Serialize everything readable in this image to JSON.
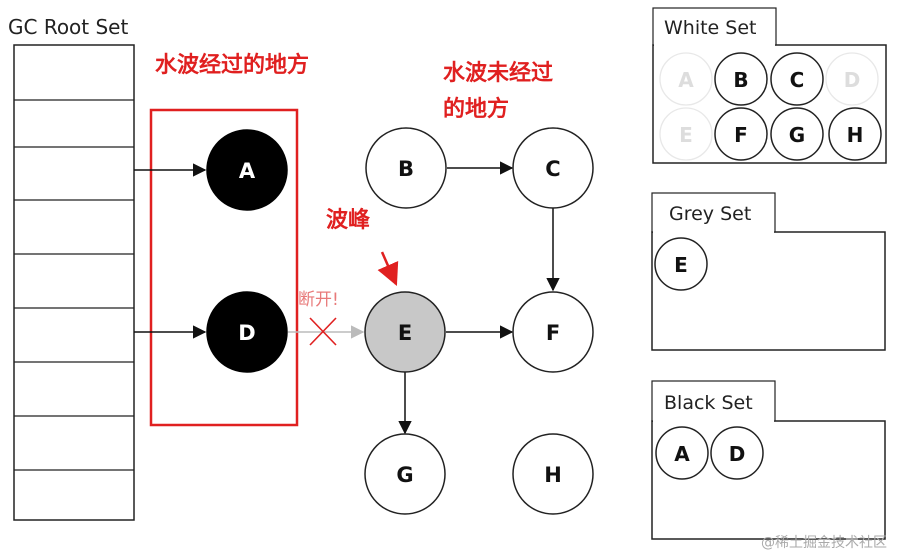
{
  "gc_root_label": "GC Root Set",
  "wave_passed_label": "水波经过的地方",
  "wave_not_passed_label_line1": "水波未经过",
  "wave_not_passed_label_line2": "的地方",
  "wave_crest_label": "波峰",
  "broken_label": "断开!",
  "nodes": {
    "A": "A",
    "B": "B",
    "C": "C",
    "D": "D",
    "E": "E",
    "F": "F",
    "G": "G",
    "H": "H"
  },
  "sets": {
    "white": {
      "title": "White Set",
      "items": [
        "A",
        "B",
        "C",
        "D",
        "E",
        "F",
        "G",
        "H"
      ]
    },
    "grey": {
      "title": "Grey Set",
      "items": [
        "E"
      ]
    },
    "black": {
      "title": "Black Set",
      "items": [
        "A",
        "D"
      ]
    }
  },
  "watermark": "@稀土掘金技术社区",
  "colors": {
    "black_node": "#000000",
    "grey_node": "#c8c8c8",
    "red_accent": "#e02020",
    "faded_text": "#dddddd"
  }
}
